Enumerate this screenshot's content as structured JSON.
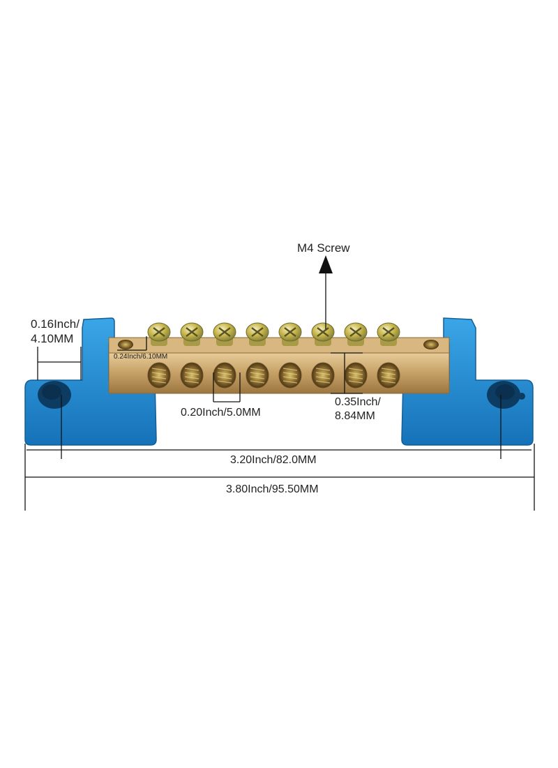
{
  "labels": {
    "screw": "M4 Screw",
    "mount_hole_line1": "0.16Inch/",
    "mount_hole_line2": "4.10MM",
    "end_hole": "0.24Inch/6.10MM",
    "terminal_hole": "0.20Inch/5.0MM",
    "bar_height_line1": "0.35Inch/",
    "bar_height_line2": "8.84MM",
    "hole_spacing": "3.20Inch/82.0MM",
    "overall_length": "3.80Inch/95.50MM"
  },
  "colors": {
    "base_blue": "#1f8fd6",
    "brass": "#c9a46a",
    "screw_head": "#c8b64a",
    "line": "#111111"
  },
  "terminal_count": 8
}
